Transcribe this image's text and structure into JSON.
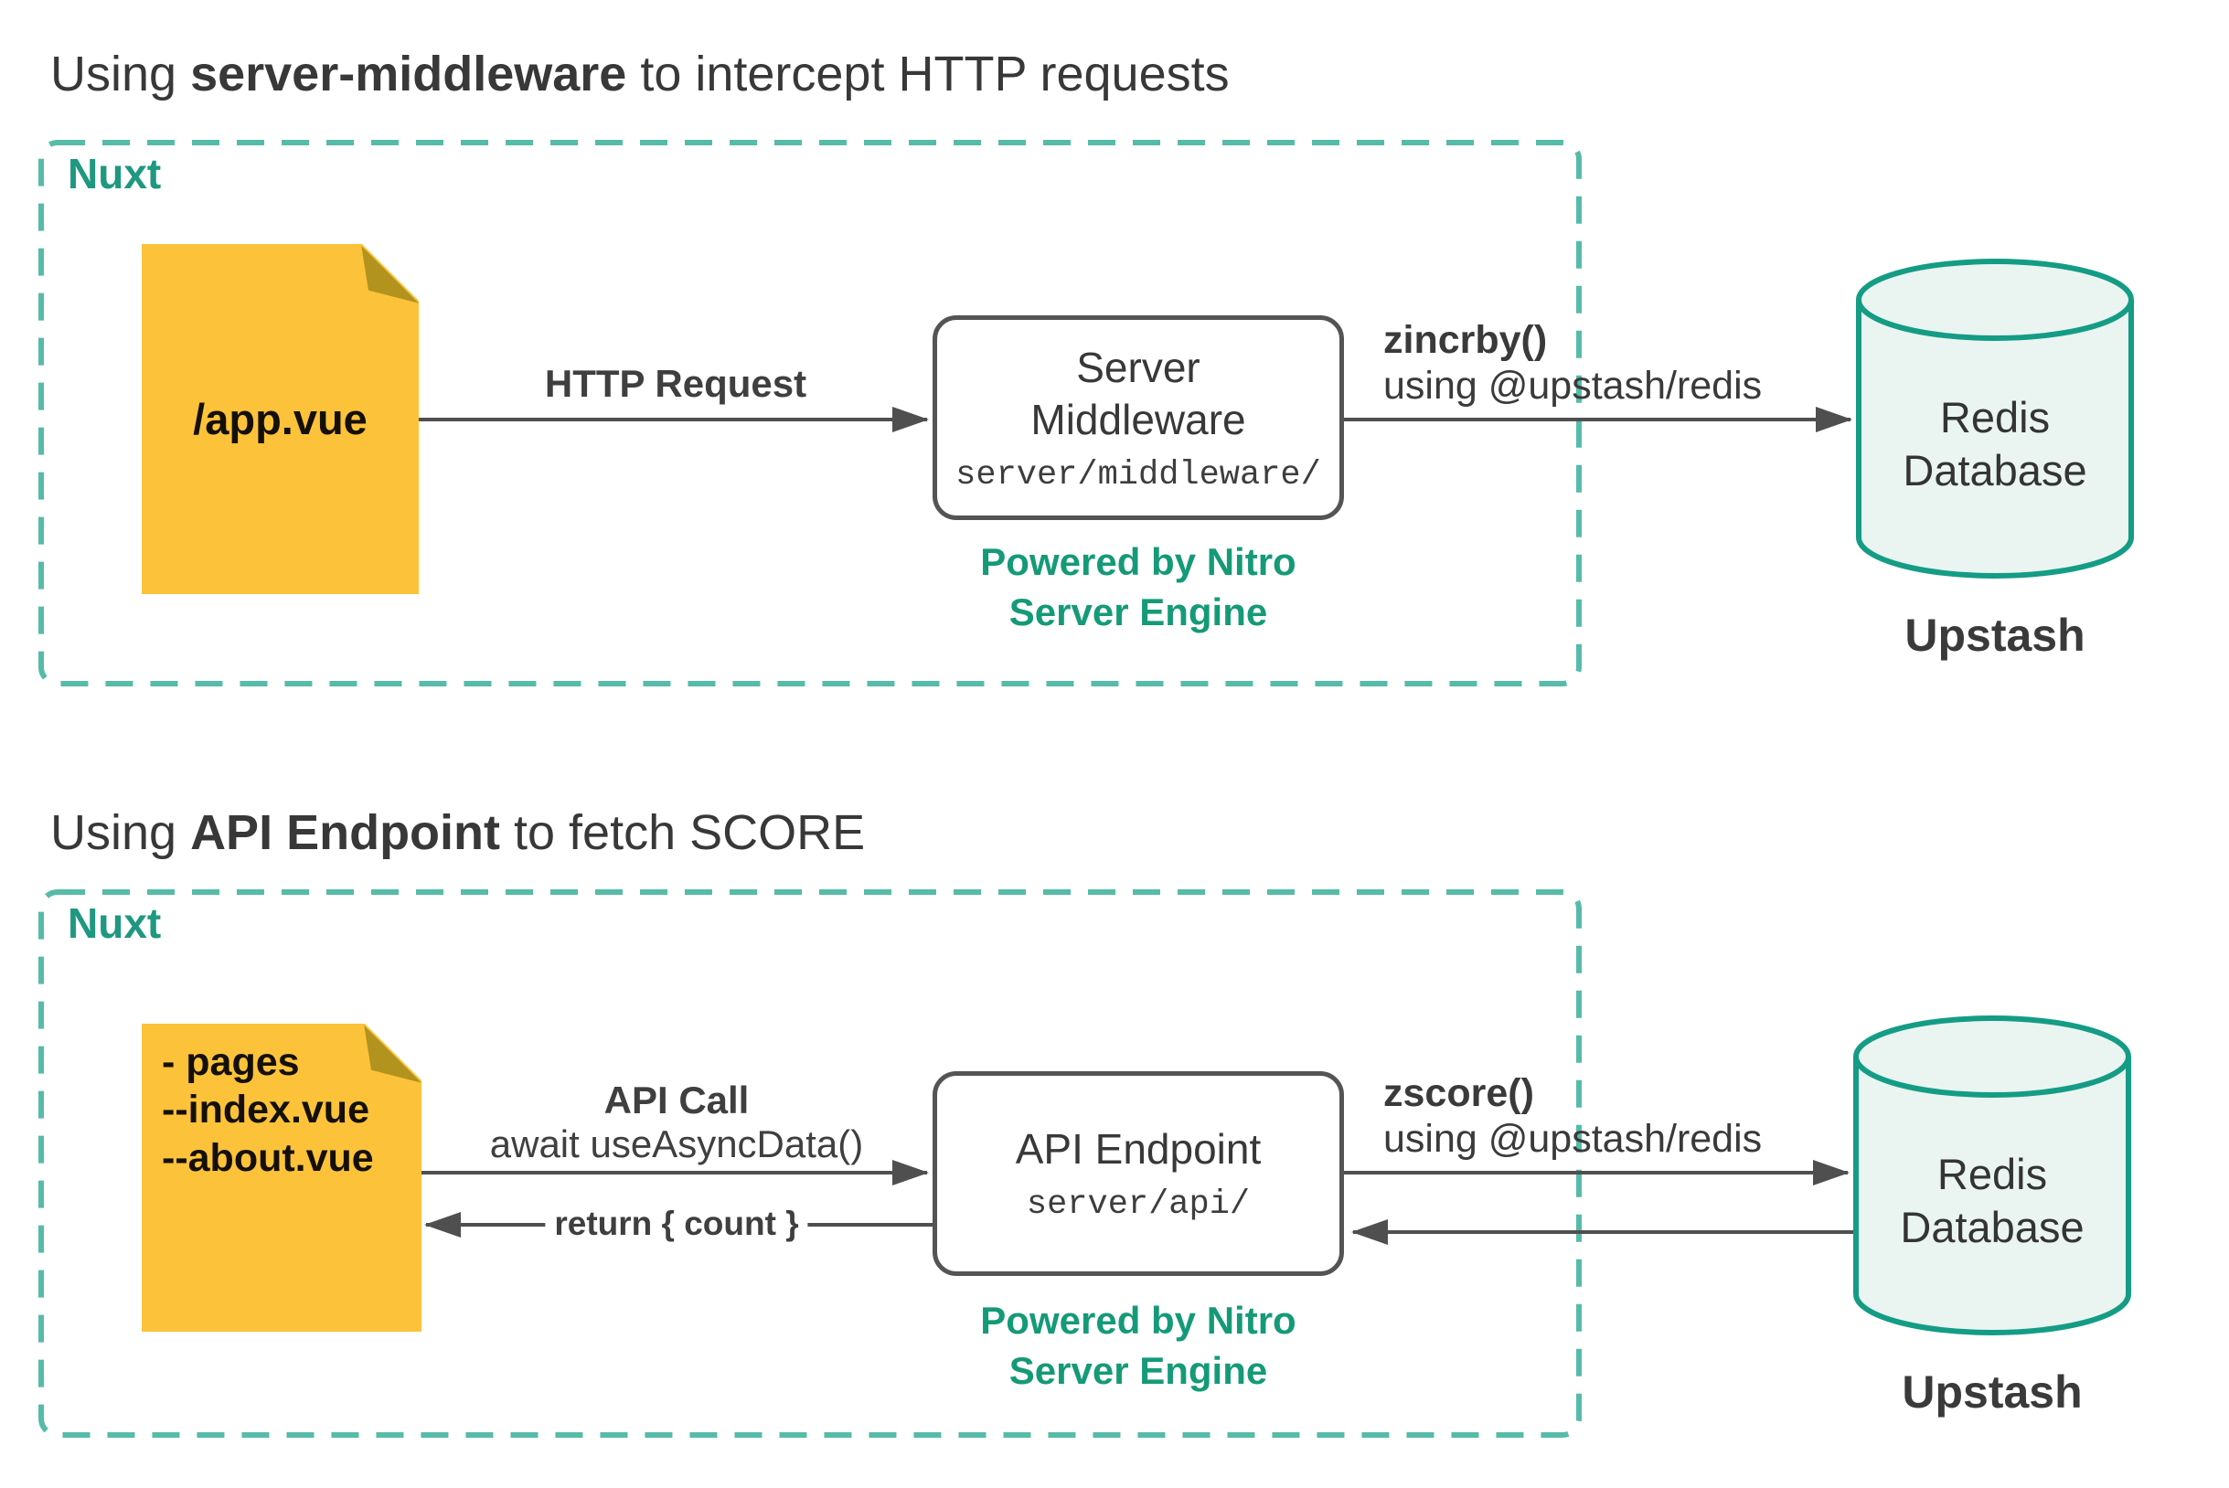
{
  "colors": {
    "frame_dash": "#56bba8",
    "frame_label": "#1f9880",
    "engine_note": "#159a78",
    "cylinder_stroke": "#149c85",
    "cylinder_fill": "#eaf5f1",
    "file_fill": "#fcc23a",
    "file_fold": "#b1931e",
    "arrow": "#4f4f4f",
    "box_border": "#545454",
    "text": "#3a3a3a"
  },
  "sections": [
    {
      "title": {
        "prefix": "Using ",
        "emphasis": "server-middleware",
        "suffix": " to intercept HTTP requests"
      },
      "frame_label": "Nuxt",
      "source_file": {
        "lines": [
          "/app.vue"
        ]
      },
      "request_arrow": {
        "label": "HTTP Request"
      },
      "server_box": {
        "line1": "Server",
        "line2": "Middleware",
        "path": "server/middleware/"
      },
      "engine_note": {
        "line1": "Powered by Nitro",
        "line2": "Server Engine"
      },
      "db_arrow": {
        "method": "zincrby()",
        "via": "using @upstash/redis"
      },
      "database": {
        "line1": "Redis",
        "line2": "Database",
        "provider": "Upstash"
      }
    },
    {
      "title": {
        "prefix": "Using ",
        "emphasis": "API Endpoint",
        "suffix": " to fetch SCORE"
      },
      "frame_label": "Nuxt",
      "source_file": {
        "lines": [
          "- pages",
          "--index.vue",
          "--about.vue"
        ]
      },
      "request_arrow": {
        "label": "API Call",
        "sublabel": "await useAsyncData()"
      },
      "return_arrow": {
        "label": "return { count }"
      },
      "server_box": {
        "line1": "API Endpoint",
        "path": "server/api/"
      },
      "engine_note": {
        "line1": "Powered by Nitro",
        "line2": "Server Engine"
      },
      "db_arrow": {
        "method": "zscore()",
        "via": "using @upstash/redis"
      },
      "database": {
        "line1": "Redis",
        "line2": "Database",
        "provider": "Upstash"
      }
    }
  ]
}
